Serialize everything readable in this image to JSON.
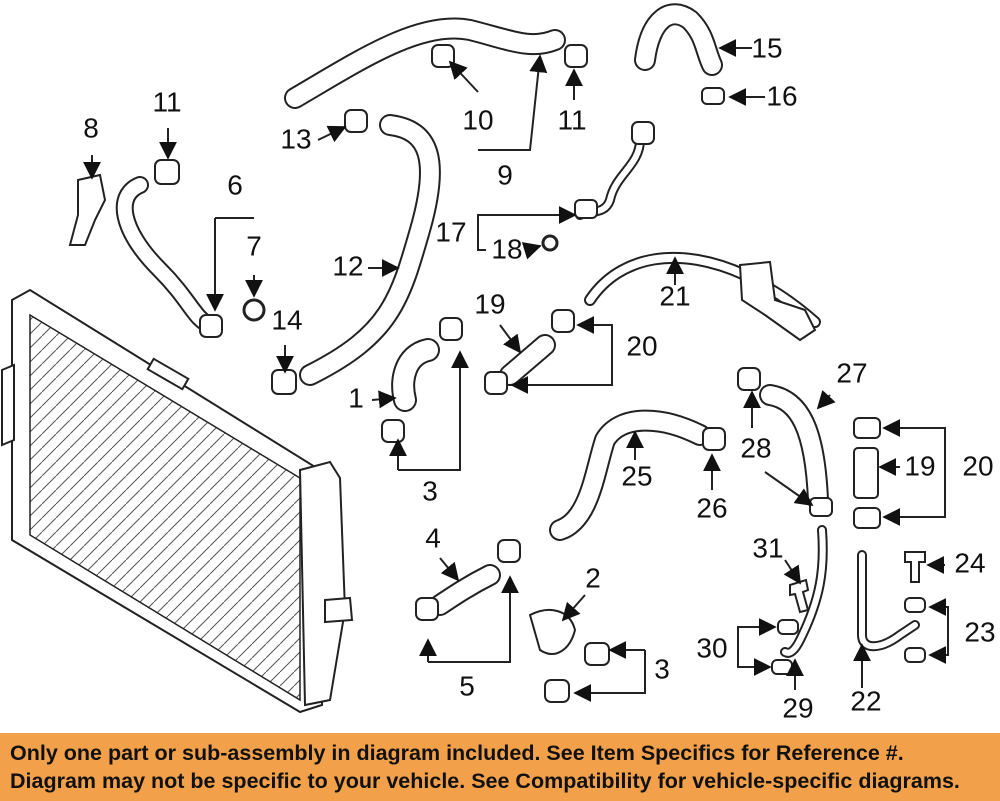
{
  "labels": {
    "l1": "1",
    "l2": "2",
    "l3a": "3",
    "l3b": "3",
    "l4": "4",
    "l5": "5",
    "l6": "6",
    "l7": "7",
    "l8": "8",
    "l9": "9",
    "l10": "10",
    "l11a": "11",
    "l11b": "11",
    "l12": "12",
    "l13": "13",
    "l14": "14",
    "l15": "15",
    "l16": "16",
    "l17": "17",
    "l18": "18",
    "l19a": "19",
    "l19b": "19",
    "l20a": "20",
    "l20b": "20",
    "l21": "21",
    "l22": "22",
    "l23": "23",
    "l24": "24",
    "l25": "25",
    "l26": "26",
    "l27": "27",
    "l28": "28",
    "l29": "29",
    "l30": "30",
    "l31": "31"
  },
  "banner": {
    "line1": "Only one part or sub-assembly in diagram included. See Item Specifics for Reference #.",
    "line2": "Diagram may not be specific to your vehicle. See Compatibility for vehicle-specific diagrams."
  },
  "colors": {
    "banner_bg": "#f2a14a",
    "ink": "#222222"
  }
}
